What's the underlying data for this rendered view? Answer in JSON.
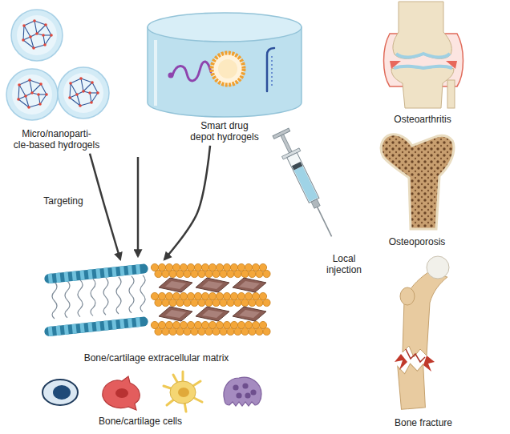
{
  "diagram": {
    "nodes": [
      {
        "text": [
          "Micro/nanoparti- cle-based hydrogels"
        ]
      },
      {
        "text": [
          "Smart drug depot hydrogels"
        ]
      },
      {
        "text": [
          "Bone/cartilage extracellular matrix"
        ]
      }
    ],
    "edges": [
      {
        "from": 0,
        "to": 2,
        "arrow": "to",
        "label": "Targeting"
      },
      {
        "from": 1,
        "to": 2,
        "arrow": "to"
      }
    ],
    "labels": [
      "Bone/cartilage cells",
      "Local injection",
      "Osteoarthritis",
      "Osteoporosis",
      "Bone fracture"
    ]
  }
}
